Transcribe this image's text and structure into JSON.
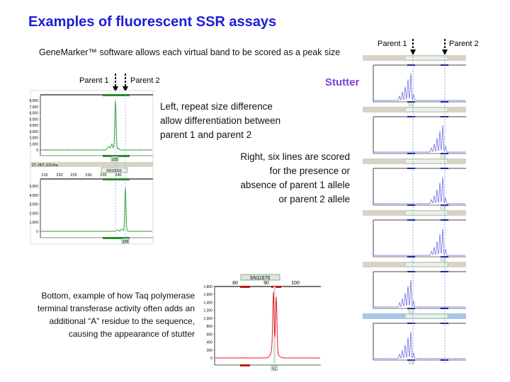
{
  "slide": {
    "title": "Examples of fluorescent SSR assays",
    "subtitle": "GeneMarker™ software allows each virtual band to be scored as a peak size",
    "stutter_label": "Stutter",
    "left_text": [
      "Left, repeat size difference",
      "allow differentiation between",
      "parent 1 and parent 2"
    ],
    "right_text": [
      "Right, six lines are scored",
      "for the presence or",
      "absence of parent 1 allele",
      "or parent 2 allele"
    ],
    "bottom_text": [
      "Bottom, example of how Taq polymerase",
      "terminal transferase activity often adds an",
      "additional  “A” residue to the sequence,",
      "causing the appearance of stutter"
    ]
  },
  "left_figure": {
    "parent1": "Parent 1",
    "parent2": "Parent 2",
    "top_yticks": [
      "8,000",
      "7,000",
      "6,000",
      "5,000",
      "4,000",
      "3,000",
      "2,000",
      "1,000",
      "0"
    ],
    "top_peak_label": "235",
    "file_label": "27_H07_015.fsa",
    "marker_label": "DN10003",
    "xticks": [
      "215",
      "220",
      "225",
      "230",
      "235",
      "240"
    ],
    "bottom_yticks": [
      "5,000",
      "4,000",
      "3,000",
      "2,000",
      "1,000",
      "0"
    ],
    "bottom_peak_label": "239",
    "color": "#3aa63a"
  },
  "right_figure": {
    "parent1": "Parent 1",
    "parent2": "Parent 2",
    "color": "#7373e6",
    "panel_peaks": [
      "parent1",
      "parent2",
      "parent2",
      "parent2",
      "parent1",
      "parent1"
    ]
  },
  "bottom_figure": {
    "marker_label": "SN11670",
    "xticks": [
      "80",
      "90",
      "100"
    ],
    "yticks": [
      "1,800",
      "1,600",
      "1,400",
      "1,200",
      "1,000",
      "800",
      "600",
      "400",
      "200",
      "0"
    ],
    "peak_label": "92",
    "color": "#e8202a"
  }
}
